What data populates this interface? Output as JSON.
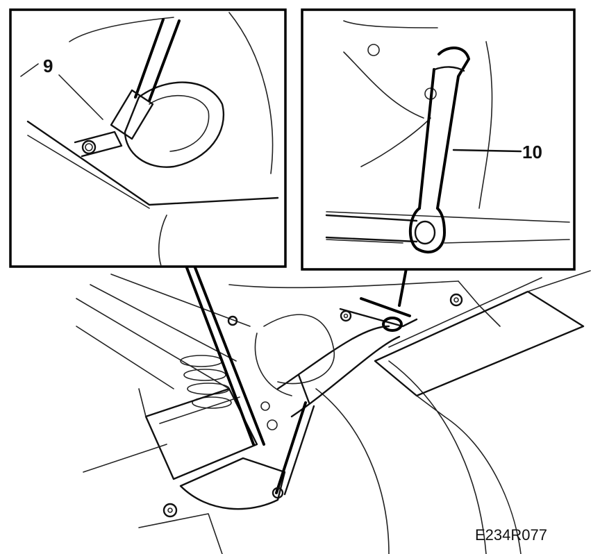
{
  "figure": {
    "callouts": [
      {
        "id": "9",
        "text": "9"
      },
      {
        "id": "10",
        "text": "10"
      }
    ],
    "figure_code": "E234R077"
  }
}
